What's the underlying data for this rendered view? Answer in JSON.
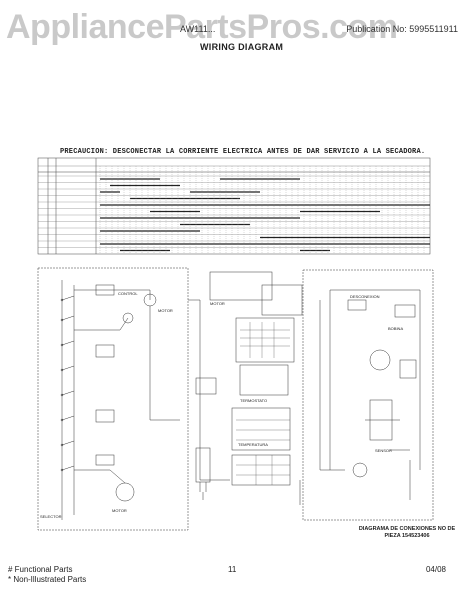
{
  "header": {
    "watermark": "AppliancePartsPros.com",
    "model": "AW111...",
    "publication": "Publication No: 5995511911",
    "title": "WIRING DIAGRAM"
  },
  "caution": "PRECAUCION: DESCONECTAR LA CORRIENTE ELECTRICA ANTES DE DAR SERVICIO A LA SECADORA.",
  "schematic_caption": "DIAGRAMA DE CONEXIONES NO DE PIEZA 154523406",
  "footer": {
    "functional": "# Functional Parts",
    "non_illustrated": "* Non-Illustrated Parts",
    "page": "11",
    "date": "04/08"
  },
  "colors": {
    "line": "#333333",
    "watermark": "#c9c9c9"
  }
}
